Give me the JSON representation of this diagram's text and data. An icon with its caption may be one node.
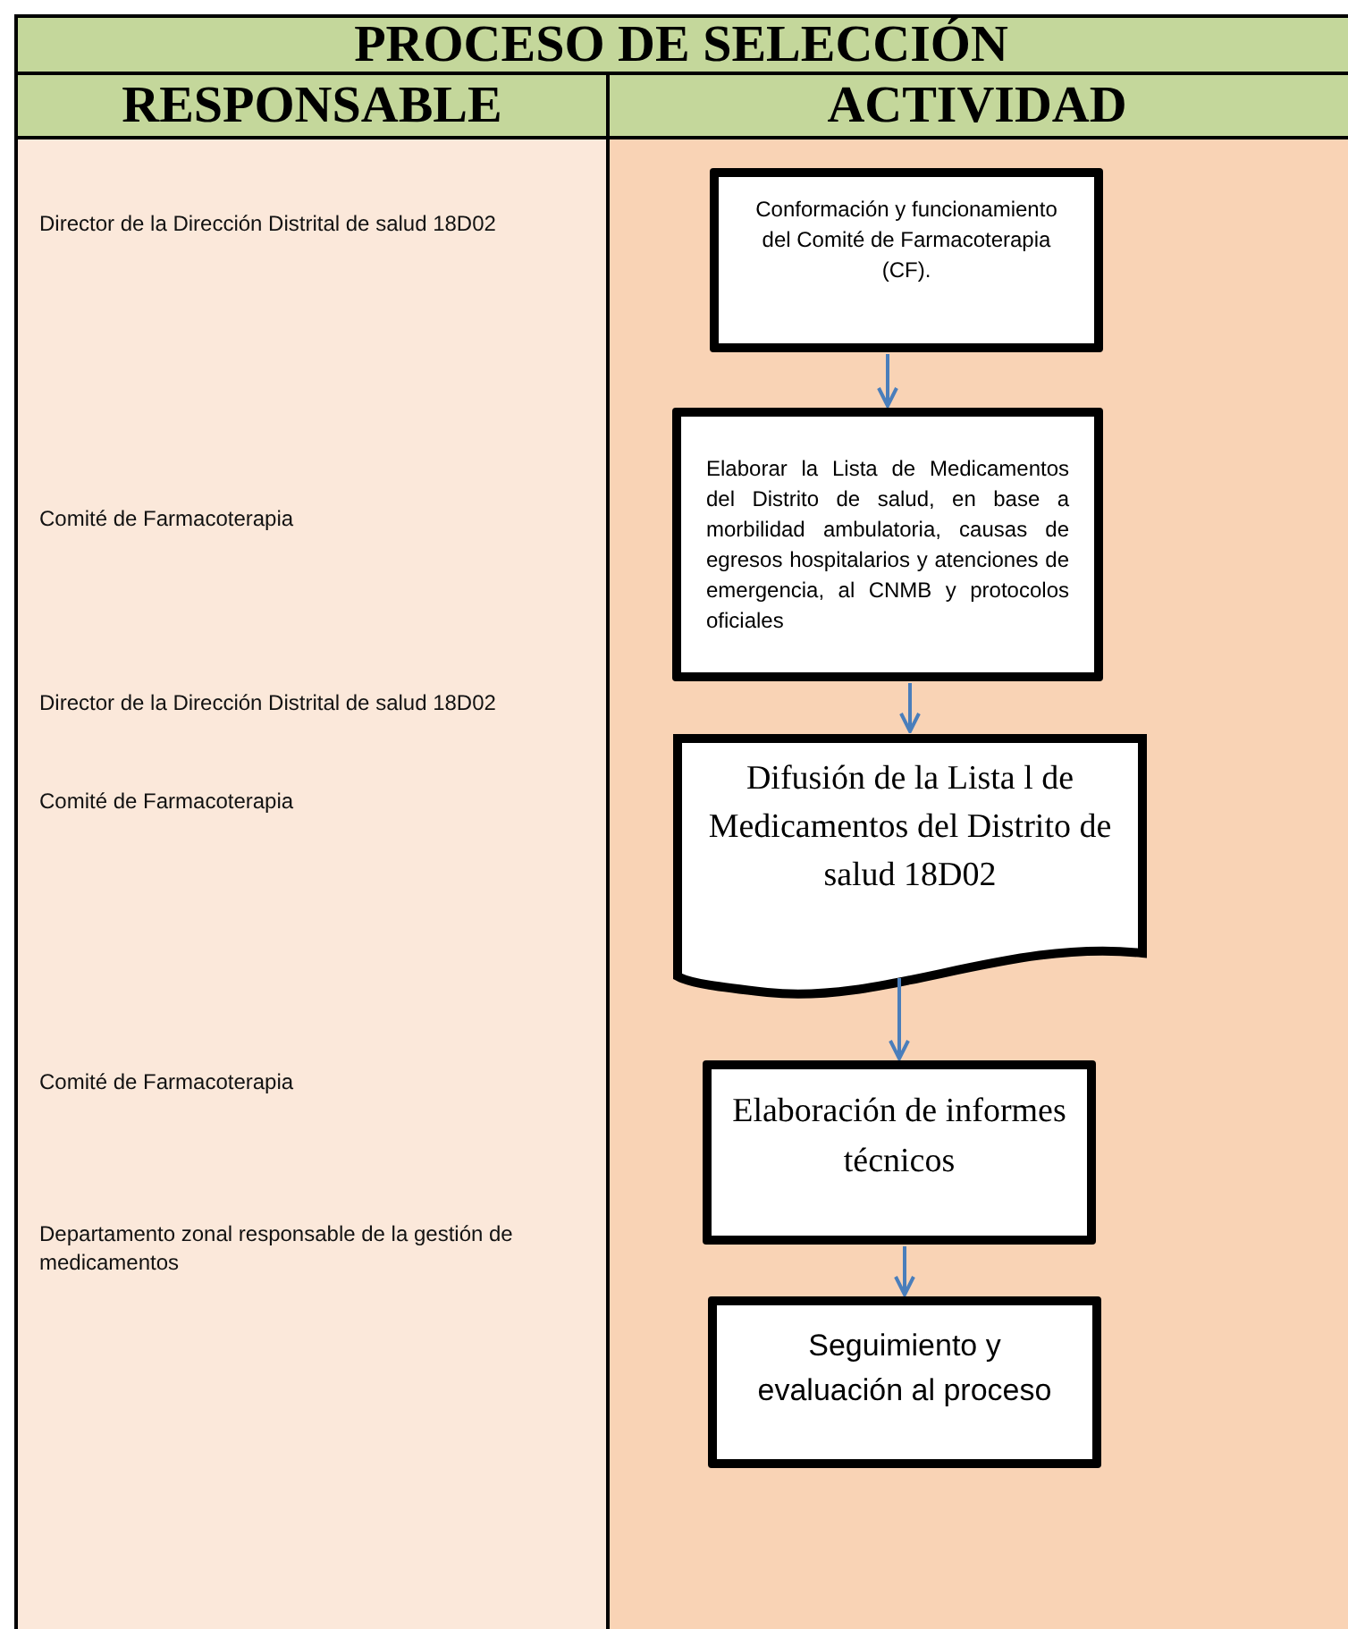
{
  "diagram": {
    "title": "PROCESO DE SELECCIÓN",
    "nodes": [
      {
        "text": [
          "Conformación y funcionamiento del Comité de Farmacoterapia (CF)."
        ]
      },
      {
        "text": [
          "Elaborar la Lista de Medicamentos del Distrito de salud, en base a morbilidad ambulatoria, causas de egresos hospitalarios y atenciones de emergencia, al CNMB y protocolos oficiales"
        ]
      },
      {
        "text": [
          "Difusión de la Lista l de Medicamentos del Distrito de salud 18D02"
        ]
      },
      {
        "text": [
          "Elaboración de informes técnicos"
        ]
      },
      {
        "text": [
          "Seguimiento y evaluación al proceso"
        ]
      }
    ],
    "edges": [
      {
        "from": 0,
        "to": 1,
        "arrow": "to"
      },
      {
        "from": 1,
        "to": 2,
        "arrow": "to"
      },
      {
        "from": 2,
        "to": 3,
        "arrow": "to"
      },
      {
        "from": 3,
        "to": 4,
        "arrow": "to"
      }
    ],
    "labels": [
      "RESPONSABLE",
      "ACTIVIDAD",
      "Director de la Dirección Distrital de salud 18D02",
      "Comité de Farmacoterapia",
      "Director de la Dirección Distrital de salud 18D02",
      "Comité de Farmacoterapia",
      "Comité de Farmacoterapia",
      "Departamento zonal responsable de la gestión de medicamentos"
    ]
  }
}
